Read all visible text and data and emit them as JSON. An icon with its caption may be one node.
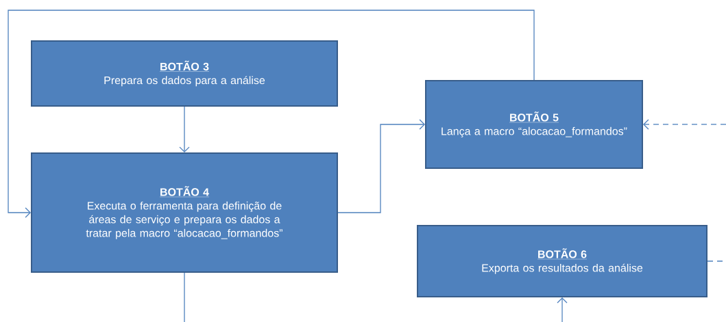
{
  "diagram": {
    "nodes": [
      {
        "text": [
          "BOTÃO 3",
          "Prepara os dados para a análise"
        ]
      },
      {
        "text": [
          "BOTÃO 4",
          "Executa o ferramenta para definição de áreas de serviço e prepara os dados a tratar pela macro “alocacao_formandos”"
        ]
      },
      {
        "text": [
          "BOTÃO 5",
          "Lança a macro “alocacao_formandos”"
        ]
      },
      {
        "text": [
          "BOTÃO 6",
          "Exporta os resultados da análise"
        ]
      }
    ],
    "edges": [
      {
        "from": 0,
        "to": 1,
        "arrow": "to"
      },
      {
        "from": 1,
        "to": 2,
        "arrow": "to"
      },
      {
        "from": 2,
        "to": 1,
        "arrow": "to"
      },
      {
        "from": null,
        "to": 2,
        "arrow": "to",
        "style": "dashed"
      },
      {
        "from": 3,
        "to": null,
        "arrow": "none",
        "style": "dashed"
      },
      {
        "from": 1,
        "to": null,
        "arrow": "none"
      },
      {
        "from": null,
        "to": 3,
        "arrow": "to"
      }
    ]
  }
}
